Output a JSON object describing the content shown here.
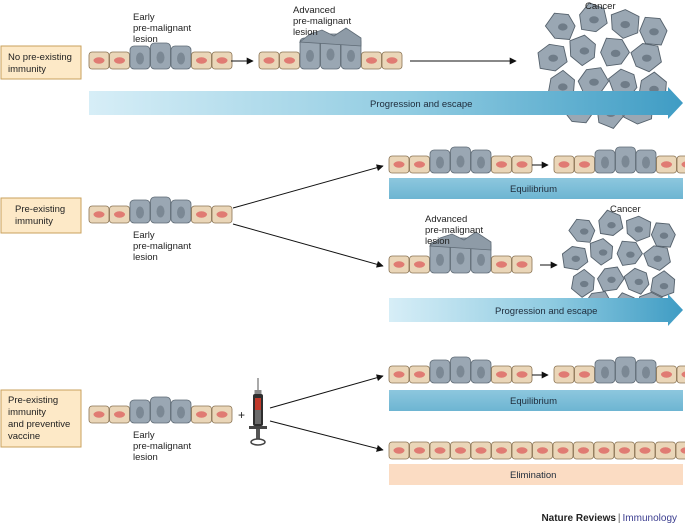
{
  "colors": {
    "box_fill": "#fde9c7",
    "box_stroke": "#c9a15e",
    "normal_cell": "#ead6b8",
    "nucleus": "#e07b73",
    "lesion_cell": "#9aa7b3",
    "arrow_blue": "#4aa3c9",
    "elimination_fill": "#fbdcc3"
  },
  "rows": {
    "no_immunity": {
      "box_label": [
        "No pre-existing",
        "immunity"
      ],
      "early_label": [
        "Early",
        "pre-malignant",
        "lesion"
      ],
      "advanced_label": [
        "Advanced",
        "pre-malignant",
        "lesion"
      ],
      "cancer_label": "Cancer",
      "bar_label": "Progression and escape"
    },
    "pre_existing": {
      "box_label": [
        "Pre-existing",
        "immunity"
      ],
      "early_label": [
        "Early",
        "pre-malignant",
        "lesion"
      ],
      "equilibrium_label": "Equilibrium",
      "advanced_label": [
        "Advanced",
        "pre-malignant",
        "lesion"
      ],
      "cancer_label": "Cancer",
      "bar_label": "Progression and escape"
    },
    "vaccine": {
      "box_label": [
        "Pre-existing",
        "immunity",
        "and preventive",
        "vaccine"
      ],
      "early_label": [
        "Early",
        "pre-malignant",
        "lesion"
      ],
      "plus_sign": "+",
      "syringe_icon": "syringe-icon",
      "equilibrium_label": "Equilibrium",
      "elimination_label": "Elimination"
    }
  },
  "credit": {
    "journal_family": "Nature Reviews",
    "separator": "|",
    "journal": "Immunology"
  }
}
